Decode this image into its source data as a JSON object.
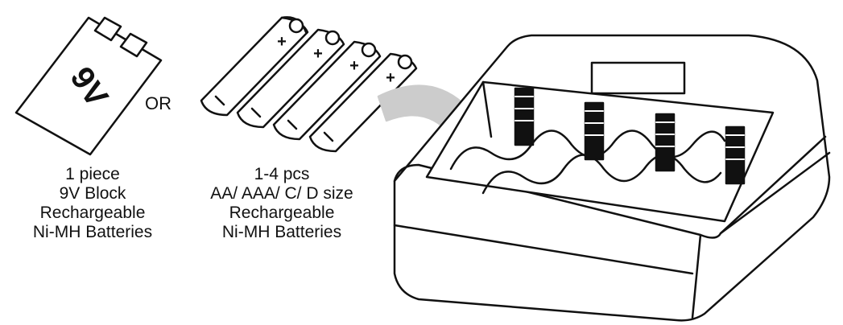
{
  "battery_9v": {
    "label": "9V",
    "caption": [
      "1 piece",
      "9V Block",
      "Rechargeable",
      "Ni-MH Batteries"
    ]
  },
  "separator": {
    "label": "OR"
  },
  "battery_aa": {
    "plus_symbol": "+",
    "caption": [
      "1-4 pcs",
      "AA/ AAA/ C/ D size",
      "Rechargeable",
      "Ni-MH Batteries"
    ]
  },
  "colors": {
    "line": "#111111",
    "arrow": "#cccccc",
    "contact": "#111111"
  }
}
